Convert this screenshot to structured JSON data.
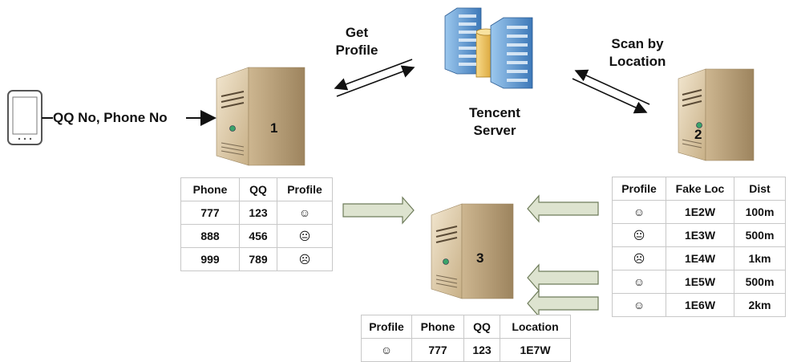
{
  "labels": {
    "get_profile": [
      "Get",
      "Profile"
    ],
    "scan_by_location": [
      "Scan by",
      "Location"
    ],
    "tencent_server": [
      "Tencent",
      "Server"
    ],
    "phone_input": "QQ No, Phone No"
  },
  "servers": {
    "s1": "1",
    "s2": "2",
    "s3": "3"
  },
  "table1": {
    "headers": [
      "Phone",
      "QQ",
      "Profile"
    ],
    "rows": [
      {
        "phone": "777",
        "qq": "123",
        "profile": "☺"
      },
      {
        "phone": "888",
        "qq": "456",
        "profile": "😐"
      },
      {
        "phone": "999",
        "qq": "789",
        "profile": "☹"
      }
    ]
  },
  "table2": {
    "headers": [
      "Profile",
      "Fake Loc",
      "Dist"
    ],
    "rows": [
      {
        "profile": "☺",
        "loc": "1E2W",
        "dist": "100m"
      },
      {
        "profile": "😐",
        "loc": "1E3W",
        "dist": "500m"
      },
      {
        "profile": "☹",
        "loc": "1E4W",
        "dist": "1km"
      },
      {
        "profile": "☺",
        "loc": "1E5W",
        "dist": "500m"
      },
      {
        "profile": "☺",
        "loc": "1E6W",
        "dist": "2km"
      }
    ]
  },
  "table3": {
    "headers": [
      "Profile",
      "Phone",
      "QQ",
      "Location"
    ],
    "rows": [
      {
        "profile": "☺",
        "phone": "777",
        "qq": "123",
        "location": "1E7W"
      }
    ]
  },
  "colors": {
    "server_body": "#d9c4a0",
    "server_side": "#b39a72",
    "block_arrow_fill": "#dde3cf",
    "block_arrow_stroke": "#6e7c5a",
    "building_blue": "#6fa8dc",
    "building_gold": "#e8b84a"
  }
}
